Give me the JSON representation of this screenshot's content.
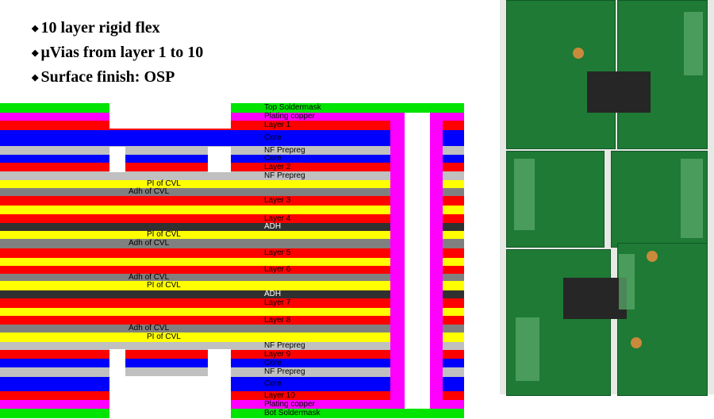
{
  "bullets": [
    "10 layer rigid flex",
    "μVias from layer 1 to 10",
    "Surface finish: OSP"
  ],
  "colors": {
    "soldermask": "#00e400",
    "plating_copper": "#ff00ff",
    "copper": "#ff0000",
    "core": "#0000ff",
    "prepreg": "#c0c0c0",
    "pi_of_cvl": "#ffff00",
    "adh_of_cvl": "#808080",
    "adh": "#303030",
    "via_wall": "#ff00ff",
    "via_core": "#ffffff",
    "board_green": "#1e7a34",
    "gold_pad": "#c98a3c",
    "flex_dark": "#262626"
  },
  "stack_layers": [
    {
      "label": "Top Soldermask",
      "material": "soldermask"
    },
    {
      "label": "Plating copper",
      "material": "plating_copper"
    },
    {
      "label": "Layer 1",
      "material": "copper"
    },
    {
      "label": "Core",
      "material": "core"
    },
    {
      "label": "NF Prepreg",
      "material": "prepreg"
    },
    {
      "label": "Core",
      "material": "core"
    },
    {
      "label": "Layer 2",
      "material": "copper"
    },
    {
      "label": "NF Prepreg",
      "material": "prepreg"
    },
    {
      "label": "PI of CVL",
      "material": "pi_of_cvl"
    },
    {
      "label": "Adh of CVL",
      "material": "adh_of_cvl"
    },
    {
      "label": "Layer 3",
      "material": "copper"
    },
    {
      "label": "",
      "material": "pi_of_cvl"
    },
    {
      "label": "Layer 4",
      "material": "copper"
    },
    {
      "label": "ADH",
      "material": "adh"
    },
    {
      "label": "PI of CVL",
      "material": "pi_of_cvl"
    },
    {
      "label": "Adh of CVL",
      "material": "adh_of_cvl"
    },
    {
      "label": "Layer 5",
      "material": "copper"
    },
    {
      "label": "",
      "material": "pi_of_cvl"
    },
    {
      "label": "Layer 6",
      "material": "copper"
    },
    {
      "label": "Adh of CVL",
      "material": "adh_of_cvl"
    },
    {
      "label": "PI of CVL",
      "material": "pi_of_cvl"
    },
    {
      "label": "ADH",
      "material": "adh"
    },
    {
      "label": "Layer 7",
      "material": "copper"
    },
    {
      "label": "",
      "material": "pi_of_cvl"
    },
    {
      "label": "Layer 8",
      "material": "copper"
    },
    {
      "label": "Adh of CVL",
      "material": "adh_of_cvl"
    },
    {
      "label": "PI of CVL",
      "material": "pi_of_cvl"
    },
    {
      "label": "NF Prepreg",
      "material": "prepreg"
    },
    {
      "label": "Layer 9",
      "material": "copper"
    },
    {
      "label": "Core",
      "material": "core"
    },
    {
      "label": "NF Prepreg",
      "material": "prepreg"
    },
    {
      "label": "Core",
      "material": "core"
    },
    {
      "label": "Layer 10",
      "material": "copper"
    },
    {
      "label": "Plating copper",
      "material": "plating_copper"
    },
    {
      "label": "Bot Soldermask",
      "material": "soldermask"
    }
  ]
}
